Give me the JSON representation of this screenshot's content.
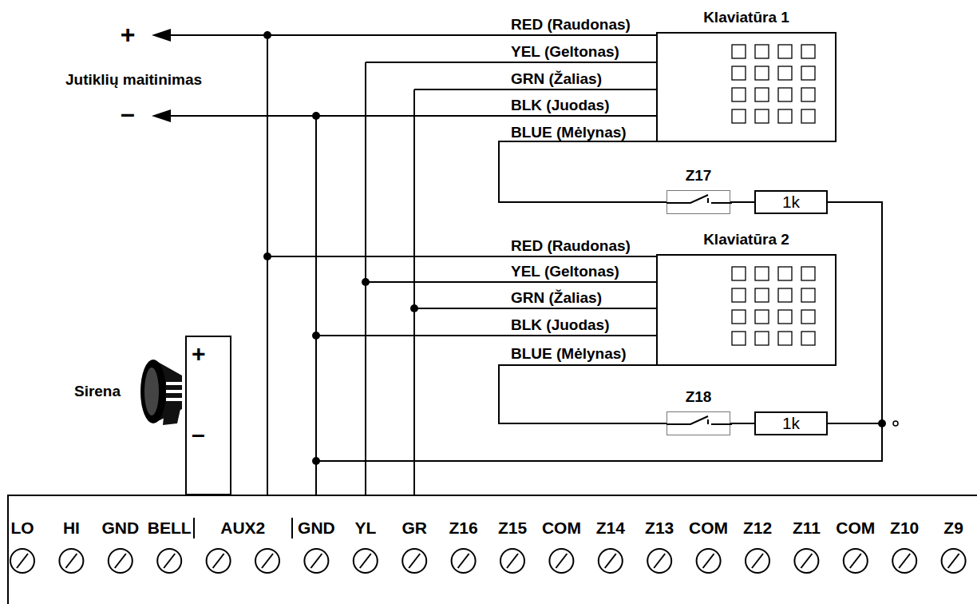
{
  "diagram": {
    "nodes": [
      {
        "text": [
          "Klaviatūra 1"
        ]
      },
      {
        "text": [
          "Z17"
        ]
      },
      {
        "text": [
          "1k"
        ]
      },
      {
        "text": [
          "Klaviatūra 2"
        ]
      },
      {
        "text": [
          "+",
          "–"
        ]
      },
      {
        "text": [
          "Z18"
        ]
      },
      {
        "text": [
          "1k"
        ]
      }
    ],
    "edges": [
      {
        "from": 0,
        "to": 1,
        "arrow": "none"
      },
      {
        "from": 1,
        "to": 2,
        "arrow": "none"
      },
      {
        "from": 3,
        "to": 5,
        "arrow": "none"
      },
      {
        "from": 5,
        "to": 6,
        "arrow": "none"
      }
    ],
    "labels": [
      "+",
      "Jutiklių maitinimas",
      "–",
      "RED (Raudonas)",
      "YEL (Geltonas)",
      "GRN (Žalias)",
      "BLK (Juodas)",
      "BLUE (Mėlynas)",
      "RED (Raudonas)",
      "YEL (Geltonas)",
      "GRN (Žalias)",
      "BLK (Juodas)",
      "BLUE (Mėlynas)",
      "Sirena",
      "LO",
      "HI",
      "GND",
      "BELL",
      "AUX2",
      "GND",
      "YL",
      "GR",
      "Z16",
      "Z15",
      "COM",
      "Z14",
      "Z13",
      "COM",
      "Z12",
      "Z11",
      "COM",
      "Z10",
      "Z9"
    ]
  }
}
